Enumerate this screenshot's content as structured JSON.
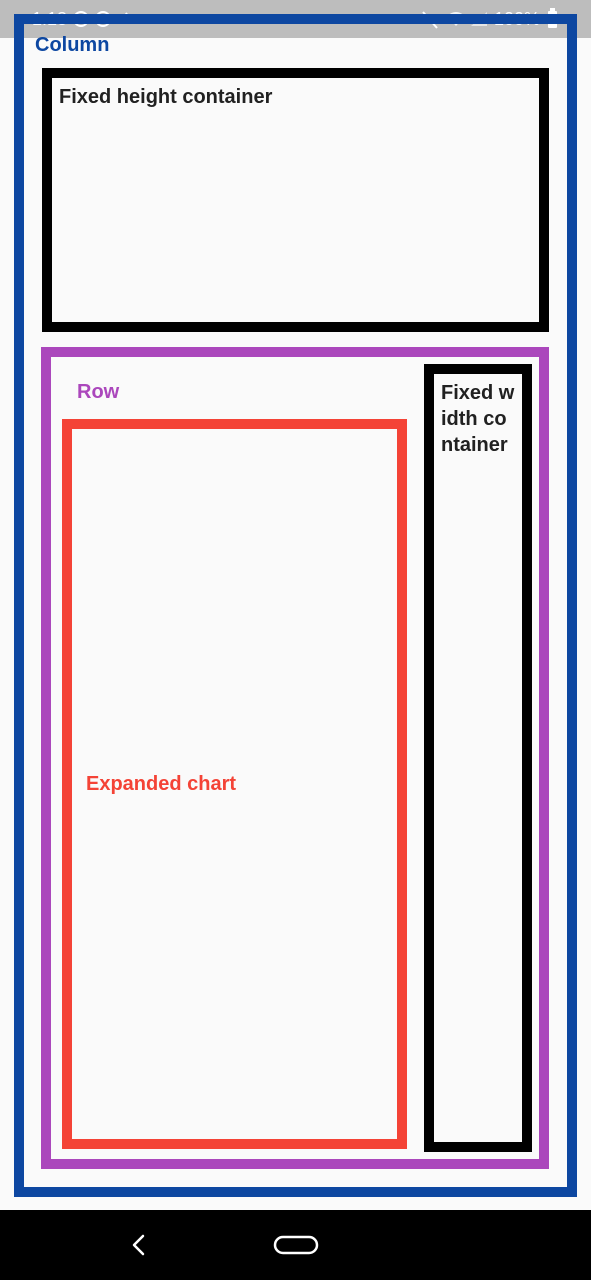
{
  "status_bar": {
    "time": "1:18",
    "left_icons": [
      "pinterest-icon",
      "power-icon",
      "usb-icon"
    ],
    "overflow_dots": "···",
    "right_icons": [
      "mute-icon",
      "wifi-icon",
      "signal-icon"
    ],
    "battery_text": "100%",
    "colors": {
      "background": "#bdbdbd",
      "foreground": "#ffffff"
    }
  },
  "column": {
    "label": "Column",
    "color": "#0d47a1"
  },
  "fixed_height_container": {
    "label": "Fixed height container",
    "border_color": "#000000"
  },
  "row": {
    "label": "Row",
    "color": "#ab47bc"
  },
  "expanded_chart": {
    "label": "Expanded chart",
    "color": "#f44336"
  },
  "fixed_width_container": {
    "label": "Fixed width container",
    "border_color": "#000000"
  },
  "nav_bar": {
    "buttons": [
      "back-icon",
      "home-icon"
    ],
    "background": "#000000"
  }
}
